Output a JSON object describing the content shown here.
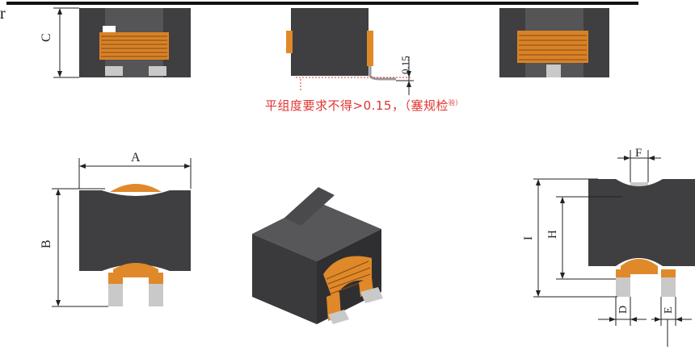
{
  "corner_char": "r",
  "labels": {
    "A": "A",
    "B": "B",
    "C": "C",
    "D": "D",
    "E": "E",
    "F": "F",
    "H": "H",
    "I": "I",
    "dim_015": "0.15"
  },
  "flatness_note": {
    "text": "平组度要求不得>0.15，（塞规检",
    "suffix": "验）"
  },
  "colors": {
    "body": "#3f3f41",
    "copper": "#e0892a",
    "terminal": "#c9c9c9",
    "line": "#222222",
    "note": "#e2332f"
  }
}
